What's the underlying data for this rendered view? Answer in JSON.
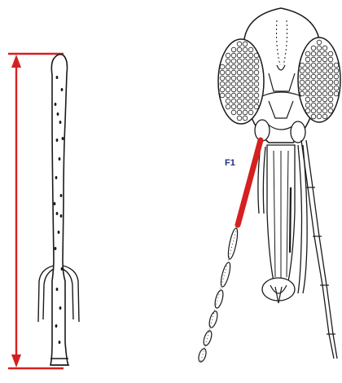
{
  "labels": {
    "segment": "F1"
  },
  "colors": {
    "measure_line": "#d62020",
    "highlight": "#d62020",
    "ink": "#1a1a1a",
    "label": "#1f2a7a",
    "fill": "#ffffff"
  },
  "icons": {
    "left": "antenna-segment-detail-illustration",
    "right": "insect-head-frontal-view-illustration"
  }
}
